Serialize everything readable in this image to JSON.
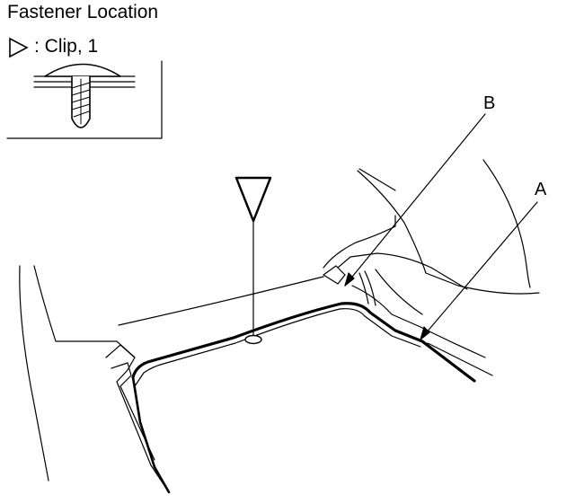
{
  "title": "Fastener Location",
  "legend": {
    "symbol_icon": "triangle-pointer-icon",
    "text": ": Clip, 1"
  },
  "callouts": {
    "a": "A",
    "b": "B"
  }
}
